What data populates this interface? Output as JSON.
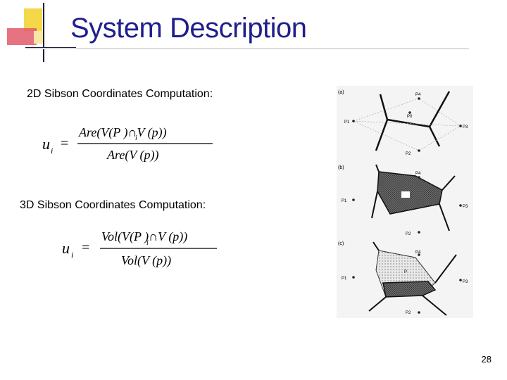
{
  "slide": {
    "title": "System Description",
    "label_2d": "2D Sibson Coordinates Computation:",
    "label_3d": "3D Sibson Coordinates Computation:",
    "page_number": "28"
  },
  "formula_2d": {
    "lhs": "u",
    "lhs_sub": "i",
    "equals": "=",
    "numerator": "Are(V(P  )∩V (p))",
    "numerator_sub": "i",
    "denominator": "Are(V (p))"
  },
  "formula_3d": {
    "lhs": "u",
    "lhs_sub": "i",
    "equals": "=",
    "numerator": "Vol(V(P  )∩V (p))",
    "numerator_sub": "i",
    "denominator": "Vol(V (p))"
  },
  "figure": {
    "panel_labels": [
      "(a)",
      "(b)",
      "(c)"
    ],
    "points": {
      "p1": "P1",
      "p2": "P2",
      "p3": "P3",
      "p4": "P4",
      "p0": "P0",
      "p": "P"
    }
  },
  "colors": {
    "title": "#1f1f8c",
    "deco_yellow": "#f5d84a",
    "deco_red": "#e05a6a"
  }
}
